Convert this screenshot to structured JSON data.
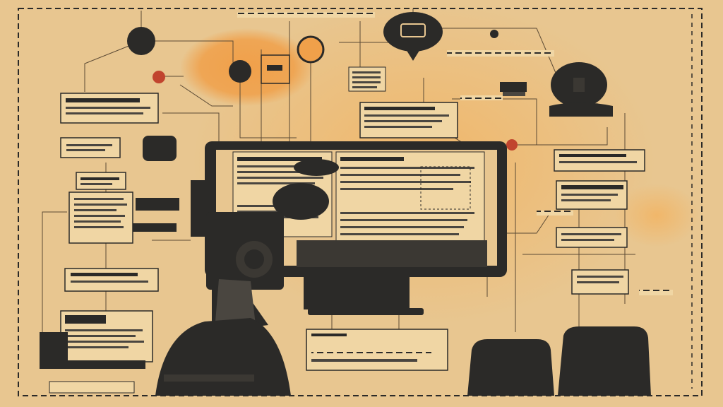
{
  "palette": {
    "paper": "#e8c690",
    "paper_light": "#f0d6a4",
    "ink": "#2b2a28",
    "ink_soft": "#4a4640",
    "orange": "#f0a04a",
    "orange_glow": "#f2b463",
    "accent_red": "#c1442e",
    "line": "#5b4a35"
  },
  "visible_text": [],
  "elements": {
    "frame": "dashed-border",
    "figures": [
      "person-silhouette-back",
      "computer-monitor",
      "camera-device",
      "head-silhouette",
      "chair-left",
      "chair-right"
    ],
    "nodes": [
      "hub-node",
      "pendant-lamp-icon",
      "orange-node",
      "red-dot"
    ],
    "documents": [
      "document-card"
    ]
  }
}
